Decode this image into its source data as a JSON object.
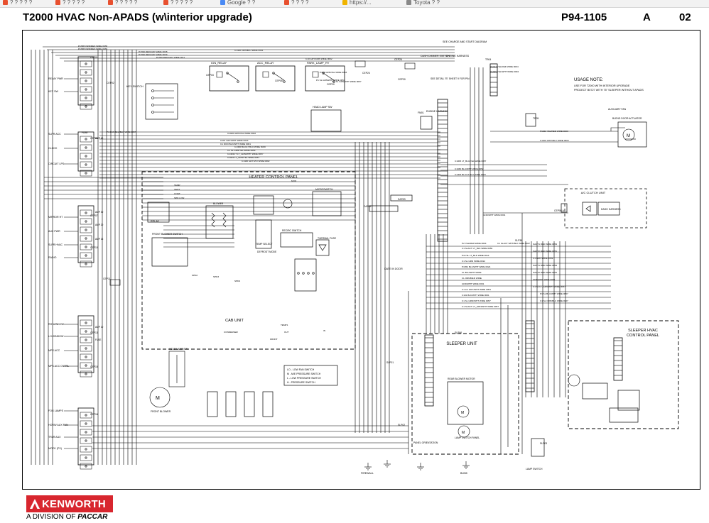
{
  "bookmarks": [
    "? ? ? ? ?",
    "? ? ? ? ?",
    "? ? ? ? ?",
    "? ? ? ? ?",
    "Google ? ?",
    "? ? ? ?",
    "https://...",
    "Toyota ? ?"
  ],
  "header": {
    "title": "T2000 HVAC Non-APADS (w\\interior upgrade)",
    "doc_number": "P94-1105",
    "revision": "A",
    "sheet": "02"
  },
  "footer": {
    "brand": "KENWORTH",
    "division_prefix": "A DIVISION OF",
    "division_brand": "PACCAR"
  },
  "colors": {
    "brand_red": "#d8262e",
    "line": "#000000"
  },
  "diagram": {
    "panel_labels": {
      "heater_control_panel": "HEATER CONTROL PANEL",
      "cab_unit": "CAB UNIT",
      "sleeper_unit": "SLEEPER UNIT",
      "sleeper_hvac_control_panel": [
        "SLEEPER HVAC",
        "CONTROL PANEL"
      ],
      "ac_clutch_unit": "A/C CLUTCH UNIT",
      "usage_note_title": "USAGE NOTE:",
      "usage_note_body": [
        "USE FOR T2000 WITH INTERIOR UPGRADE",
        "PROJECT B0727 WITH 75\" SLEEPER WITHOUT APADS"
      ]
    },
    "left_labels": [
      "RELAY PWR",
      "KEY SW",
      "SLPR ACC",
      "CLOCK",
      "CIRCUIT LPS",
      "MIRROR HT",
      "AUX PWR",
      "SLPR HVAC",
      "RADIO",
      "RH WINDOW",
      "LH WINDOW",
      "MPS ACC",
      "MPS ACC CNTRL",
      "FOG LAMPS",
      "HORN/ AUX FAN",
      "TRLR AUX",
      "MOCK (PX)"
    ],
    "relays": [
      "IGN_RELAY",
      "ACC_RELAY",
      "PARK_LAMP_RY"
    ],
    "connectors": [
      "CEP01",
      "CEP02",
      "CEP03",
      "CEP05",
      "CEP06",
      "CEP07",
      "CEP10",
      "CEP11",
      "CEP13",
      "CEP15",
      "CEP16",
      "CEP20",
      "CEP24",
      "CEP26",
      "CEP30",
      "TR04",
      "TR05",
      "CEP06 A",
      "DATB2",
      "DATB3",
      "SLP38",
      "SLP06",
      "SLP01",
      "SLP02",
      "SLP03",
      "FM01"
    ],
    "fuse_labels": [
      "FUSE",
      "AMP 40",
      "AMP 30",
      "AMP 20",
      "AMP 15",
      "AMP 10"
    ],
    "component_labels": [
      "KEY SWITCH",
      "RELAY",
      "FRONT BLOWER SWITCH",
      "BLOWER SPEED RESISTOR",
      "FRONT BLOWER MOTOR",
      "MODE SELECT",
      "TEMP SELECT",
      "DEFROST MODE",
      "MICROSWITCH",
      "RECIRC SWITCH",
      "THERMAL FUSE",
      "HEAD LAMP SW",
      "DASH DIMMER SWITCH",
      "ENGINE HARNESS",
      "DASH HARNESS",
      "CLUTCH",
      "ENGINE HARNESS",
      "TOWER RH UPPER",
      "AUXILIARY FAN",
      "BLEND DOOR ACTUATOR",
      "REAR BLOWER MOTOR",
      "LAMP SWITCH PANEL",
      "FIREWALL GROUND",
      "BUNK GROUND",
      "DATE IN DOOR HARNESS",
      "SEE CHARGE AND START DIAGRAM",
      "PANEL ORIENTATION",
      "SEE DETAIL \"B\" SHEET 9 FOR PINOUT ORIENTATION"
    ],
    "legend": [
      "LO - LOW FAN SWITCH",
      "M - M/E PRESSURE SWITCH",
      "L - LOW PRESSURE SWITCH",
      "H - PRESSURE SWITCH"
    ],
    "wire_labels": [
      "P136B ORN/RED WIRE 0038",
      "P136B ORN/RED WIRE 0039",
      "P1396 RED/GRY WIRE 0038",
      "P1396 RED/GRY WIRE 0039",
      "P1306 RED/GRY WIRE 0011",
      "P103 GRN/YEL WIRE 0053",
      "P1 SL GRN/WHT WIRE 0053",
      "P1 SL GRN/WHT WIRE 0057",
      "C1026 GRN/YEL WIRE 0022",
      "P1 DAS BLU/BLK WIRE 0057",
      "C1300 BLU/LT BLU WIRE 0049",
      "C1 SL GRN/YEL WIRE 0054",
      "C1404CT LT_GRN/WHT WIRE 0057",
      "C1024 LT_GRN/YEL WIRE 0057",
      "C107 GRY/WHT WIRE 0024",
      "C1 DOD BLK/WHT WIRE 0061",
      "C1440 GRY/VIO WIRE 0092",
      "C1005 LT_BLU/YEL WIRE 0057",
      "C1030 BLU/WHT WIRE 0052",
      "C1403 BLU/LT BLU WIRE 0023",
      "P1023 YEL/RED WIRE 0004",
      "P1365 YEL/WHT WIRE 0004",
      "P1022 YEL/RED WIRE 0003",
      "C1403 WHT/BLU WIRE 0003",
      "GND/WHT WIRE 0001",
      "C1440 ORN/BLU WIRE 0001",
      "C10 GRY/ORN WIRE 0062",
      "P2 YEL/RED WIRE 0004",
      "C1 SLACT LT_BLK WIRE 0056",
      "P13 SL LT_BLK WIRE 0014",
      "C1 SL GRN WIRE 0012",
      "P1354 BLU/WHT WIRE 0024",
      "CL BLU/WHT WIRE",
      "CL ORN/RED WIRE",
      "GND/WHT WIRE 0001",
      "C1 LG GRY/WHT WIRE 0051",
      "C101 BLK/WHT WIRE 0061",
      "C1 SL GRN/WHT WIRE 0057",
      "C1 SLACT LT_GRN/WHT WIRE 0057",
      "C1 SLACT WHT/BLK WIRE 0027",
      "SACT1 RED WIRE 0054",
      "SACT2 RED WIRE 0051",
      "C1 GRN WIRE 0059",
      "SACT1 RED WIRE 0054",
      "SACT2 RED WIRE 0051",
      "GND/WHT WIRE 0001",
      "C1 SL LT_GRN/WHT WIRE 0057",
      "P1 SL BLU/WHT WIRE 0057",
      "C1 SL ORN/BLU WIRE 0027",
      "TEMP",
      "VENT",
      "CONT",
      "SPD LOW",
      "MOD",
      "SPD2",
      "SPD3",
      "SPD4",
      "TEMP1",
      "CONDENSER",
      "OUT",
      "IN",
      "FRONT",
      "FAN LOW",
      "REAR"
    ]
  }
}
